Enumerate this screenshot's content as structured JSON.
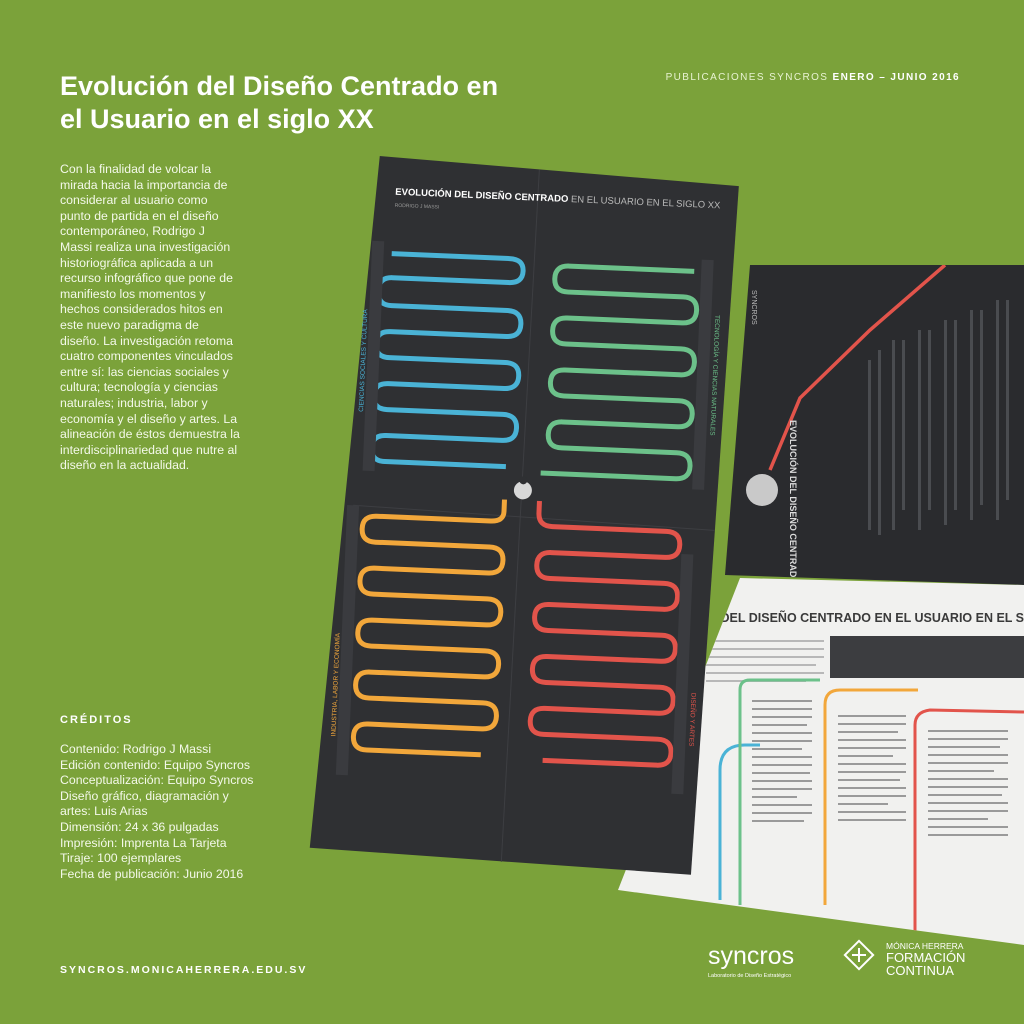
{
  "title": "Evolución del Diseño Centrado en el Usuario en el siglo XX",
  "publication": {
    "prefix": "PUBLICACIONES SYNCROS",
    "period": "ENERO – JUNIO 2016"
  },
  "description": "Con la finalidad de volcar la mirada hacia la importancia de considerar al usuario como punto de partida en el diseño contemporáneo, Rodrigo J Massi realiza una investigación historiográfica aplicada a un recurso infográfico que pone de manifiesto los momentos y hechos considerados hitos en este nuevo paradigma de diseño. La investigación retoma cuatro componentes vinculados entre sí: las ciencias sociales y cultura; tecnología y ciencias naturales; industria, labor y economía y el diseño y artes.  La alineación de éstos demuestra la interdisciplinariedad que nutre al diseño en la actualidad.",
  "credits": {
    "heading": "CRÉDITOS",
    "lines": [
      "Contenido: Rodrigo J Massi",
      "Edición contenido: Equipo Syncros",
      "Conceptualización: Equipo Syncros",
      "Diseño gráfico, diagramación y",
      "artes: Luis Arias",
      "Dimensión: 24 x 36 pulgadas",
      "Impresión: Imprenta La Tarjeta",
      "Tiraje: 100 ejemplares",
      "Fecha de publicación: Junio 2016"
    ]
  },
  "website": "SYNCROS.MONICAHERRERA.EDU.SV",
  "poster": {
    "title_bold": "EVOLUCIÓN DEL DISEÑO CENTRADO",
    "title_light": "EN EL USUARIO EN EL SIGLO XX",
    "author": "RODRIGO J MASSI",
    "quadrants": {
      "top_left": "CIENCIAS SOCIALES Y CULTURA",
      "top_right": "TECNOLOGÍA Y CIENCIAS NATURALES",
      "bottom_left": "INDUSTRIA, LABOR Y ECONOMÍA",
      "bottom_right": "DISEÑO Y ARTES"
    },
    "back_title": "EVOLUCIÓN DEL DISEÑO CENTRADO EN EL USUARIO EN EL SIGLO XX",
    "front_sheet_title": "N DEL DISEÑO CENTRADO EN EL USUARIO EN EL SIGLO XX",
    "back_brand": "SYNCROS",
    "colors": {
      "poster_bg": "#2f3033",
      "blue": "#4ab3d6",
      "green": "#6cc18a",
      "orange": "#f2a73b",
      "red": "#e2544b",
      "page_bg": "#7ba23a"
    }
  },
  "logos": {
    "syncros": {
      "name": "syncros",
      "tagline": "Laboratorio de Diseño Estratégico"
    },
    "monica": {
      "line1": "MÓNICA HERRERA",
      "line2": "FORMACIÓN",
      "line3": "CONTINUA"
    }
  }
}
